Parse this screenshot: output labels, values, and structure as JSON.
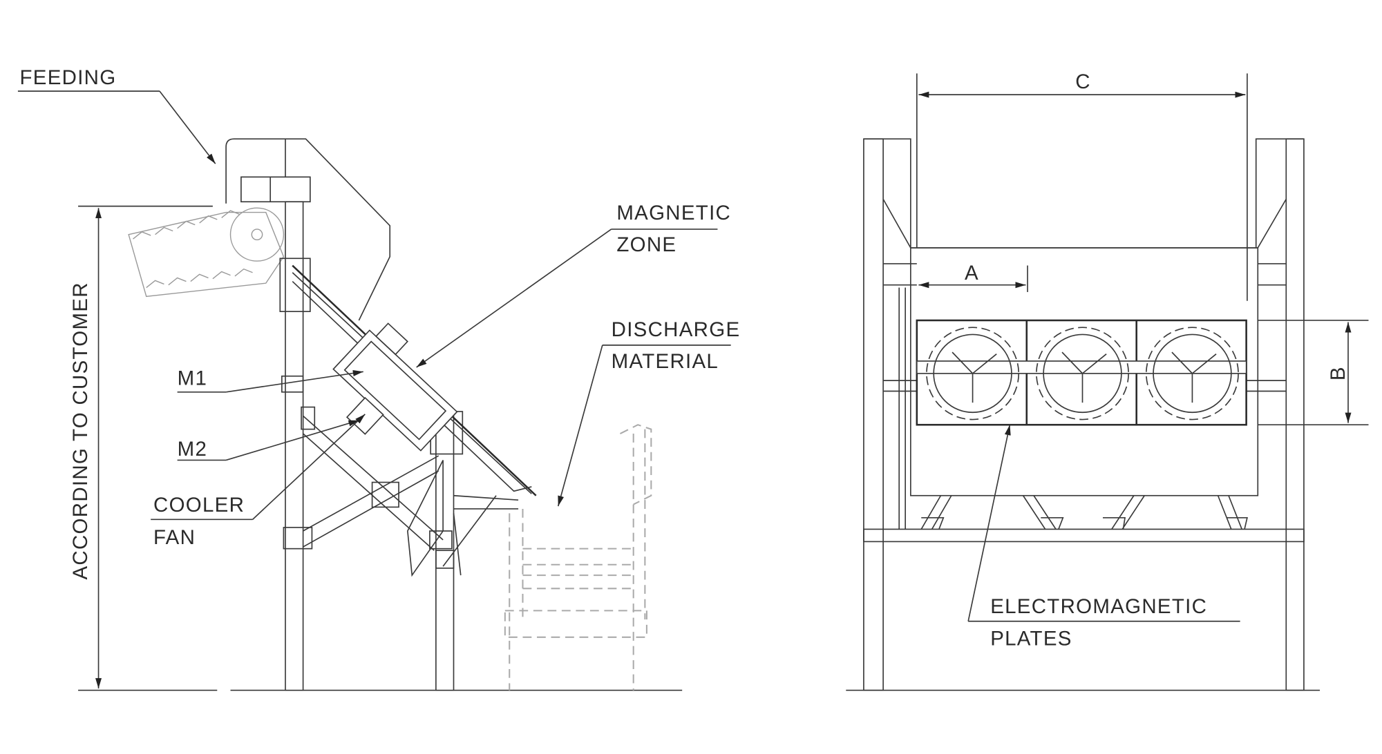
{
  "side_view": {
    "feeding": "FEEDING",
    "height_dimension": "ACCORDING TO CUSTOMER",
    "magnetic_zone": [
      "MAGNETIC",
      "ZONE"
    ],
    "discharge_material": [
      "DISCHARGE",
      "MATERIAL"
    ],
    "m1": "M1",
    "m2": "M2",
    "cooler_fan": [
      "COOLER",
      "FAN"
    ]
  },
  "front_view": {
    "dim_a": "A",
    "dim_b": "B",
    "dim_c": "C",
    "electromagnetic_plates": [
      "ELECTROMAGNETIC",
      "PLATES"
    ]
  }
}
